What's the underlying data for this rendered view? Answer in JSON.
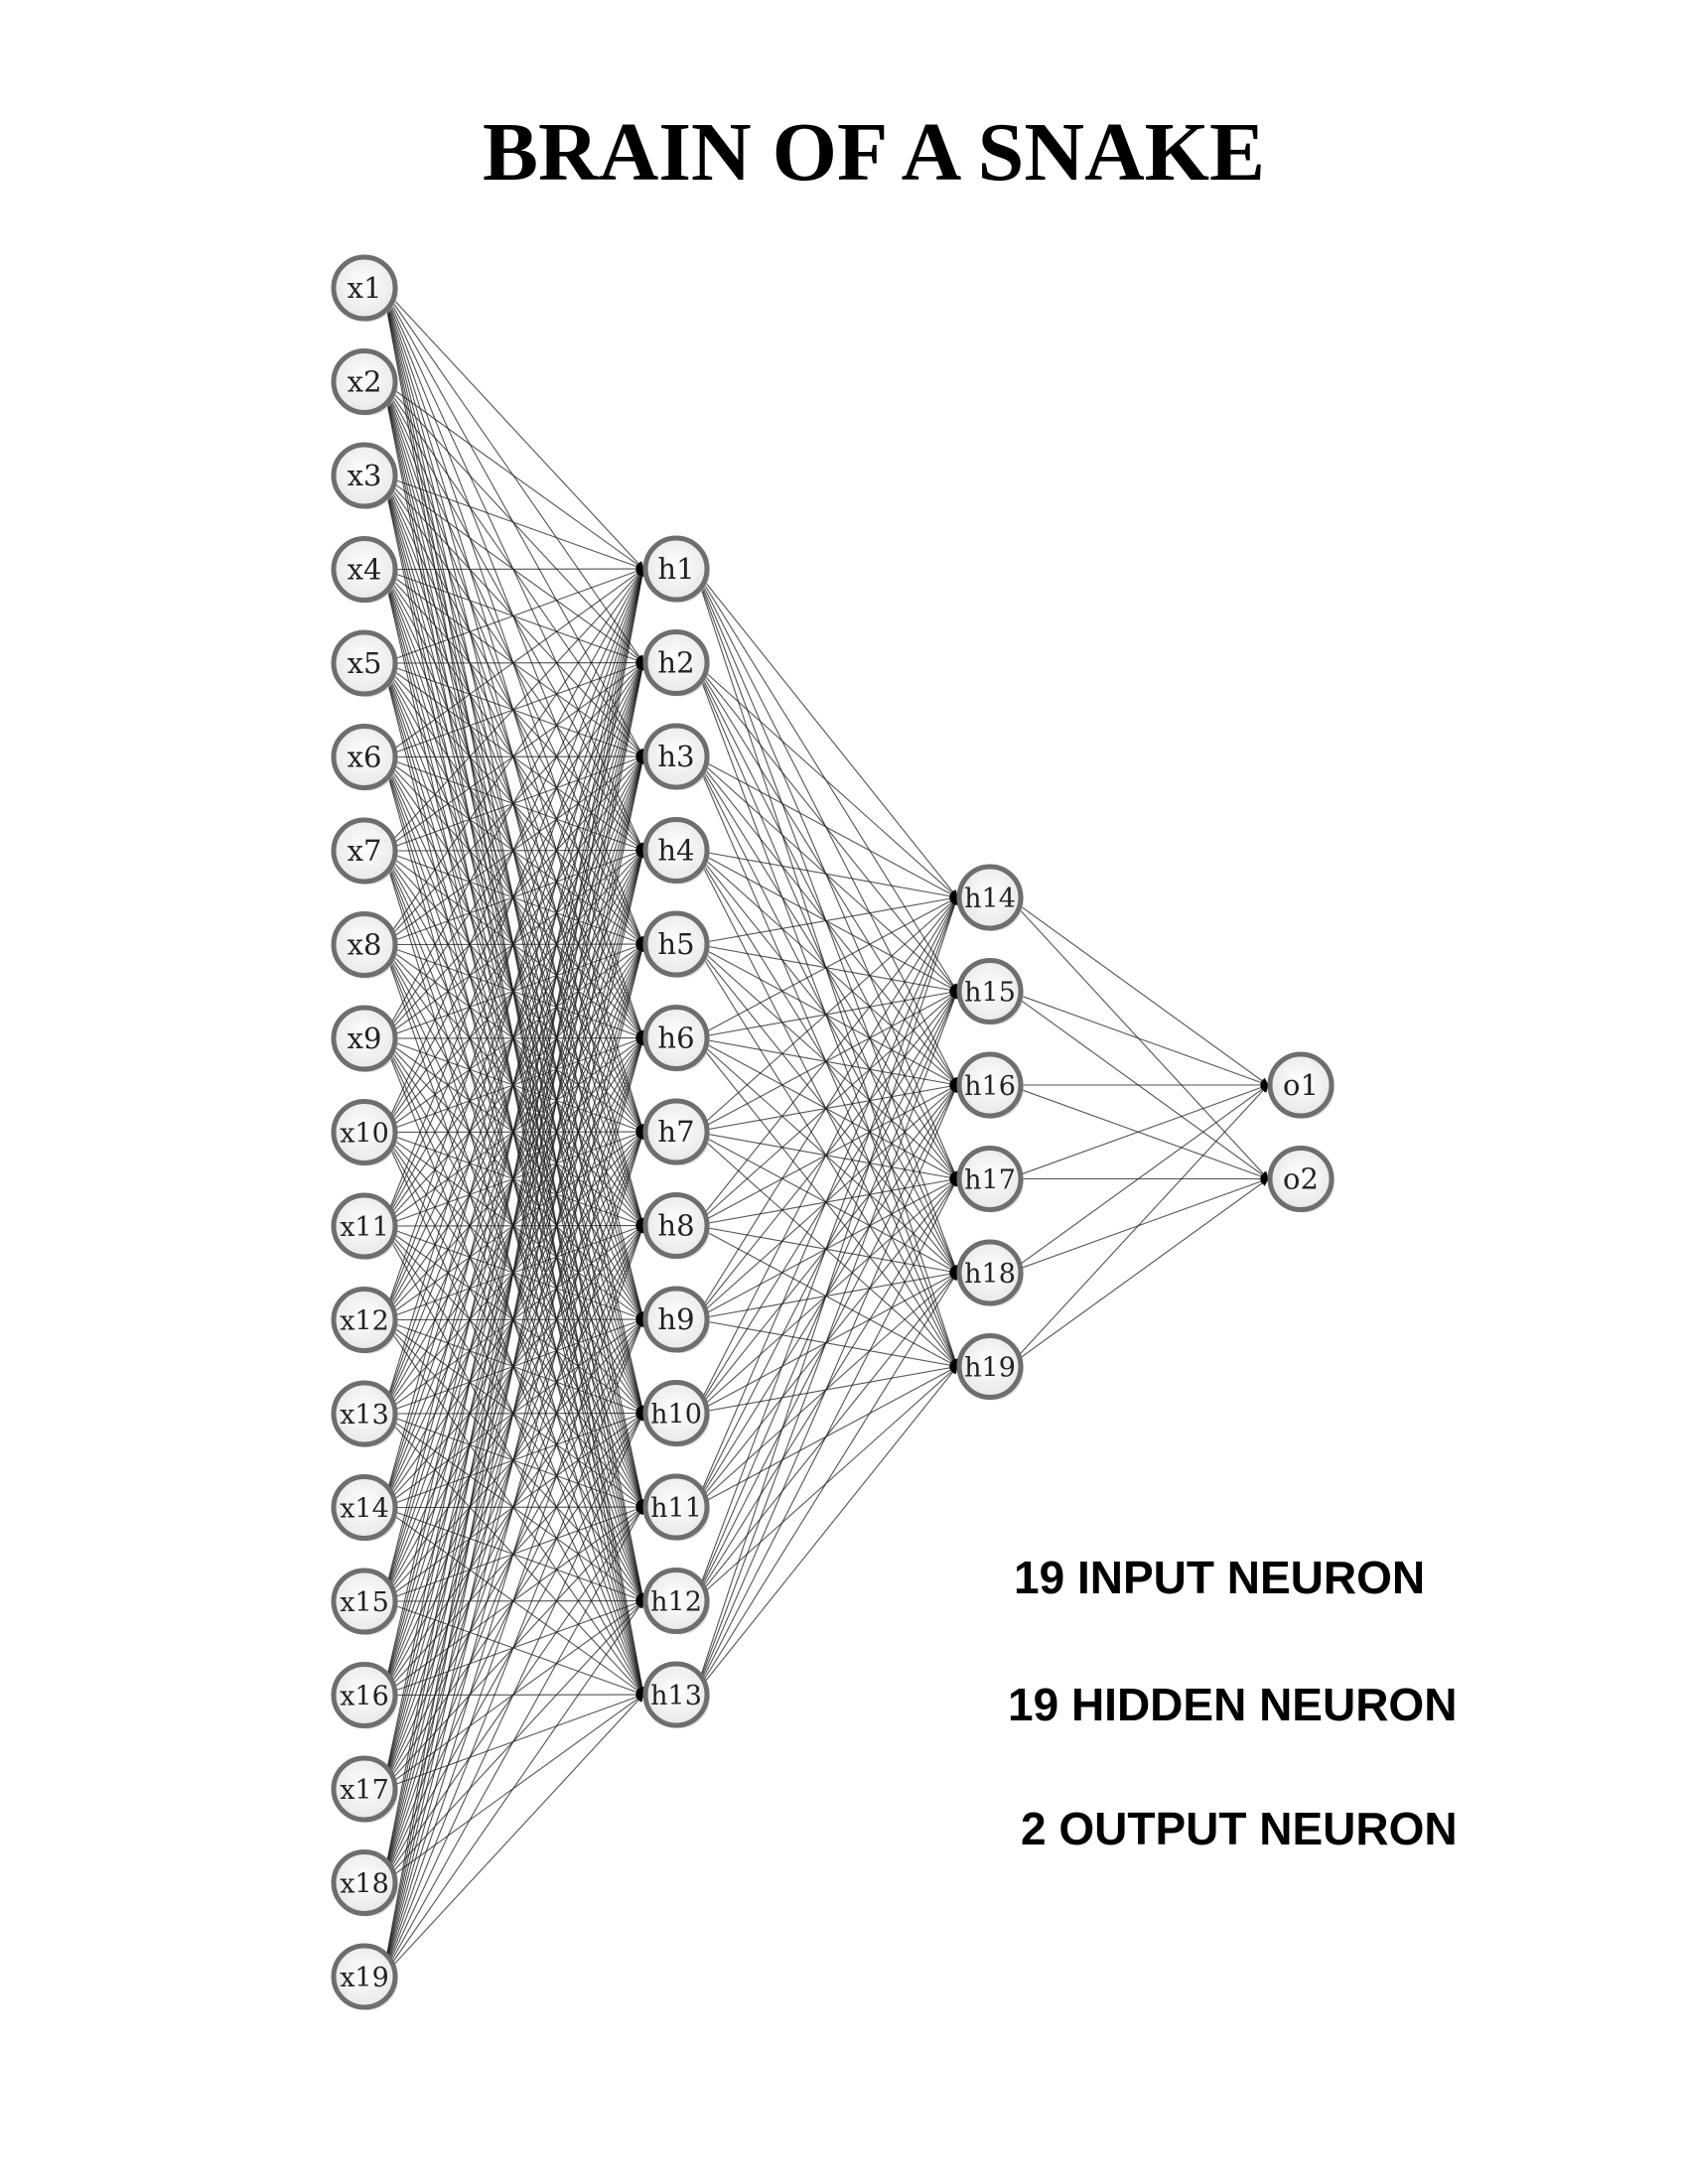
{
  "title": "BRAIN OF A SNAKE",
  "layers": [
    {
      "nodes": [
        "x1",
        "x2",
        "x3",
        "x4",
        "x5",
        "x6",
        "x7",
        "x8",
        "x9",
        "x10",
        "x11",
        "x12",
        "x13",
        "x14",
        "x15",
        "x16",
        "x17",
        "x18",
        "x19"
      ]
    },
    {
      "nodes": [
        "h1",
        "h2",
        "h3",
        "h4",
        "h5",
        "h6",
        "h7",
        "h8",
        "h9",
        "h10",
        "h11",
        "h12",
        "h13"
      ]
    },
    {
      "nodes": [
        "h14",
        "h15",
        "h16",
        "h17",
        "h18",
        "h19"
      ]
    },
    {
      "nodes": [
        "o1",
        "o2"
      ]
    }
  ],
  "connectivity": "fully-connected",
  "legend": {
    "input": "19 INPUT NEURON",
    "hidden": "19 HIDDEN NEURON",
    "output": "2 OUTPUT NEURON"
  },
  "colors": {
    "node_fill": "#f2f2f2",
    "node_stroke": "#6e6e6e",
    "edge": "#1a1a1a",
    "text": "#000000"
  }
}
